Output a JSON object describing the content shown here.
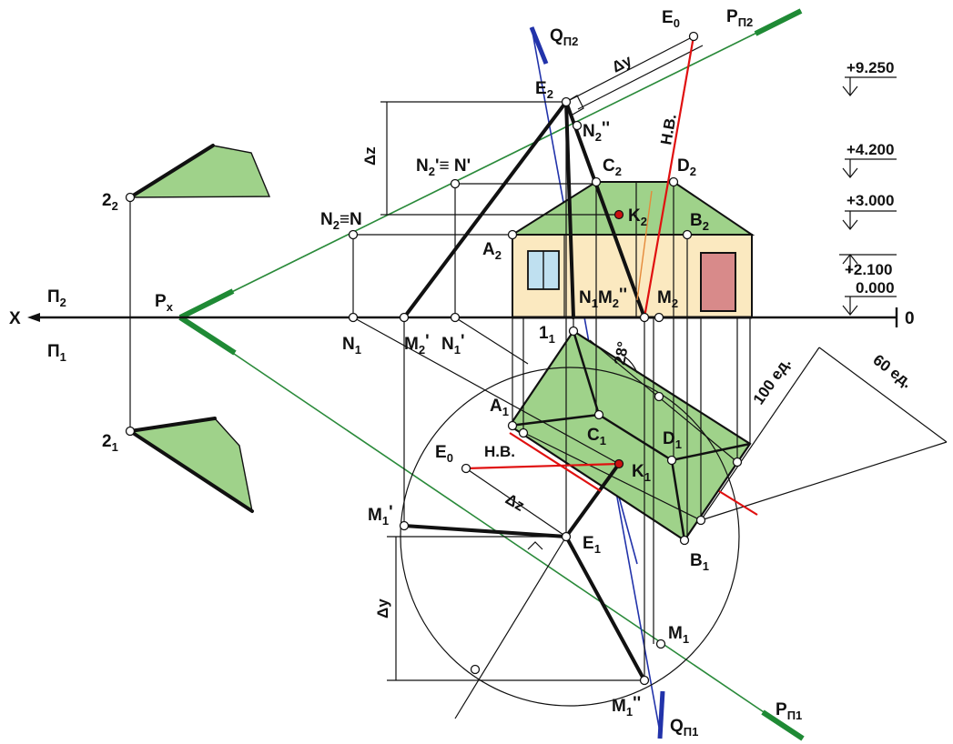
{
  "labels": {
    "q_p2": "Q",
    "q_p2_sub": "П2",
    "p_p2": "P",
    "p_p2_sub": "П2",
    "e0_top": "E",
    "e0_top_sub": "0",
    "dy_top": "Δy",
    "e2": "E",
    "e2_sub": "2",
    "n2pp": "N",
    "n2pp_sub": "2",
    "n2pp_sup": "''",
    "hv_top": "Н.В.",
    "dz_left": "Δz",
    "n2p_eq": "N",
    "n2p_eq_sub": "2",
    "n2p_eq_rest": "'≡ N'",
    "c2": "C",
    "c2_sub": "2",
    "d2": "D",
    "d2_sub": "2",
    "two2": "2",
    "two2_sub": "2",
    "n2_eq": "N",
    "n2_eq_sub": "2",
    "n2_eq_rest": "≡N",
    "k2": "K",
    "k2_sub": "2",
    "b2": "B",
    "b2_sub": "2",
    "a2": "A",
    "a2_sub": "2",
    "pi2": "П",
    "pi2_sub": "2",
    "px": "P",
    "px_sub": "x",
    "x_axis": "X",
    "zero_axis": "0",
    "pi1": "П",
    "pi1_sub": "1",
    "n1": "N",
    "n1_sub": "1",
    "m2p": "M",
    "m2p_sub": "2",
    "m2p_sup": "'",
    "n1p": "N",
    "n1p_sub": "1",
    "n1p_sup": "'",
    "one1": "1",
    "one1_sub": "1",
    "n1m2": "N",
    "n1m2_sub": "1",
    "n1m2_rest": "M",
    "n1m2_sub2": "2",
    "n1m2_sup": "''",
    "m2": "M",
    "m2_sub": "2",
    "angle": "28°",
    "a1": "A",
    "a1_sub": "1",
    "c1": "C",
    "c1_sub": "1",
    "d1": "D",
    "d1_sub": "1",
    "two1": "2",
    "two1_sub": "1",
    "e0_bot": "E",
    "e0_bot_sub": "0",
    "hv_bot": "Н.В.",
    "k1": "K",
    "k1_sub": "1",
    "dz_bot": "Δz",
    "m1p": "M",
    "m1p_sub": "1",
    "m1p_sup": "'",
    "e1": "E",
    "e1_sub": "1",
    "b1": "B",
    "b1_sub": "1",
    "dy_left": "Δy",
    "m1": "M",
    "m1_sub": "1",
    "m1pp": "M",
    "m1pp_sub": "1",
    "m1pp_sup": "''",
    "p_p1": "P",
    "p_p1_sub": "П1",
    "q_p1": "Q",
    "q_p1_sub": "П1",
    "dim_100": "100 ед.",
    "dim_60": "60 ед."
  },
  "elevations": [
    "+9.250",
    "+4.200",
    "+3.000",
    "+2.100",
    "0.000"
  ],
  "colors": {
    "roof_green": "#9fd28a",
    "wall_cream": "#fbe9c0",
    "door_pink": "#d88a8a",
    "window_blue": "#bfe0f0",
    "trace_green": "#1f8a35",
    "trace_blue": "#2233aa",
    "true_length_red": "#e01010"
  }
}
